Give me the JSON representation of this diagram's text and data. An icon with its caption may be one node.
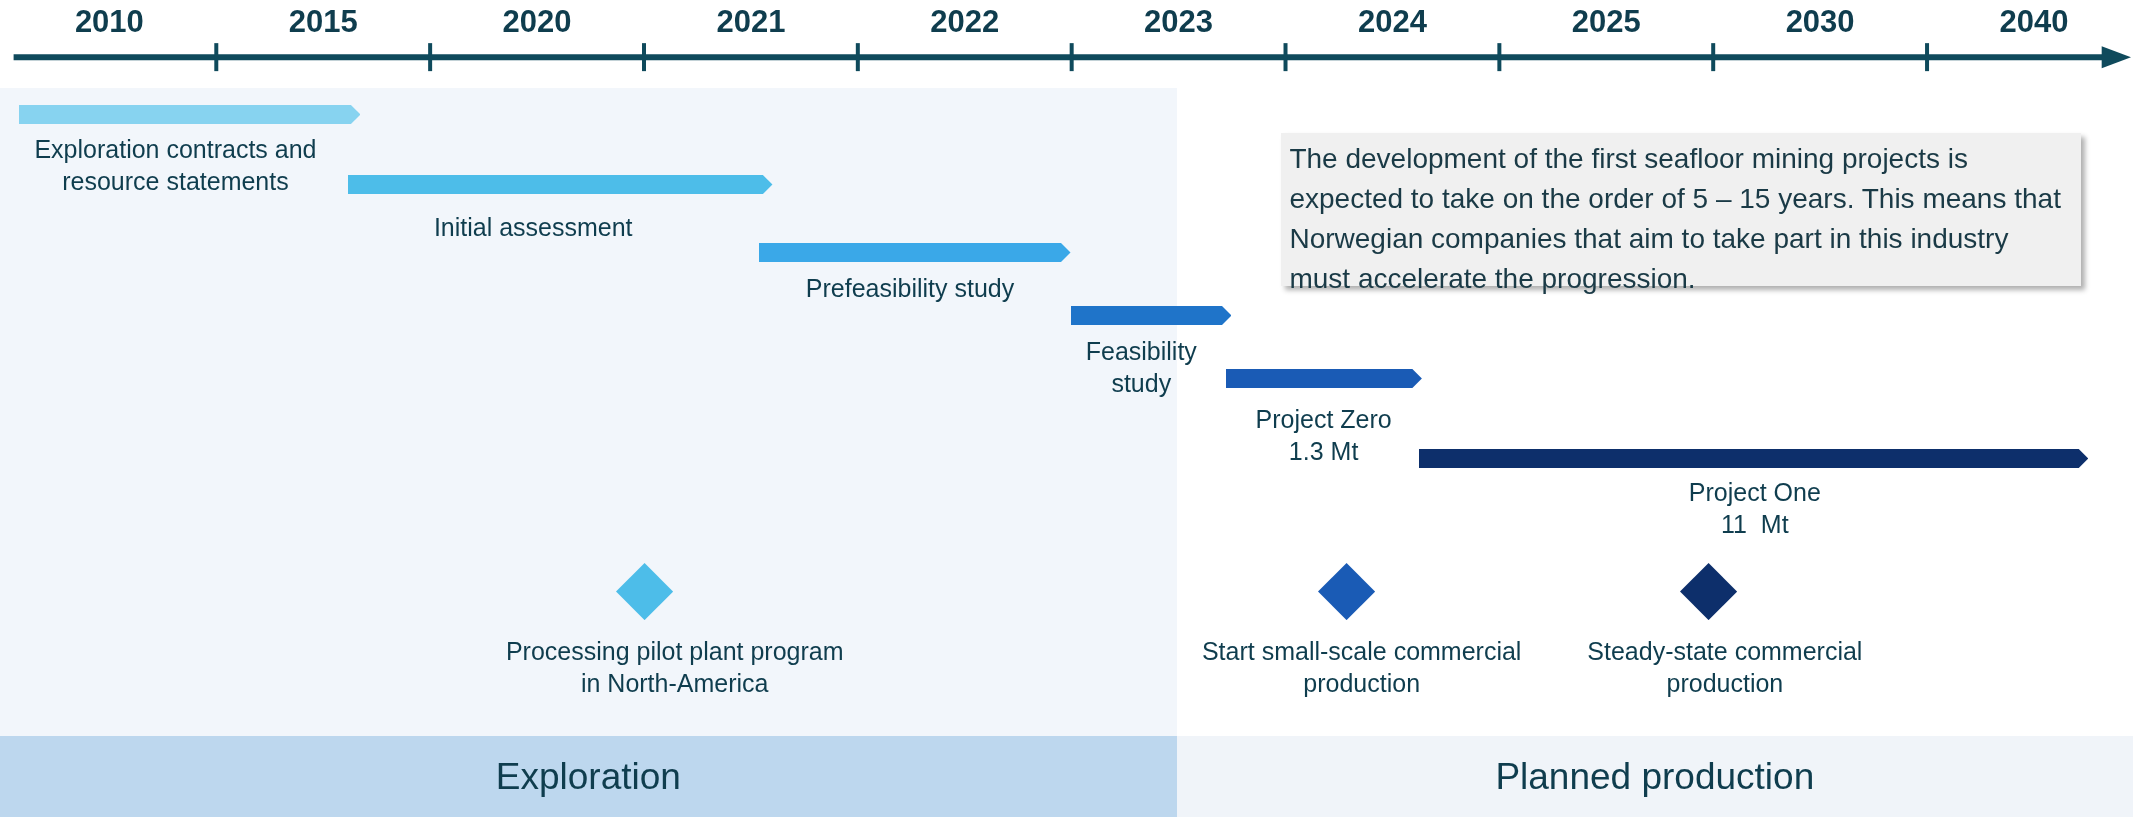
{
  "diagram": {
    "nodes": [
      {
        "text": [
          "Exploration"
        ]
      },
      {
        "text": [
          "Planned production"
        ]
      },
      {
        "text": [],
        "shape": "bar",
        "in": 0,
        "beside": [
          "Exploration contracts and resource statements"
        ]
      },
      {
        "text": [],
        "shape": "bar",
        "in": 0,
        "beside": [
          "Initial assessment"
        ]
      },
      {
        "text": [],
        "shape": "bar",
        "in": 0,
        "beside": [
          "Prefeasibility study"
        ]
      },
      {
        "text": [],
        "shape": "bar",
        "beside": [
          "Feasibility study"
        ]
      },
      {
        "text": [],
        "shape": "bar",
        "beside": [
          "Project Zero",
          "1.3 Mt"
        ]
      },
      {
        "text": [],
        "shape": "bar",
        "beside": [
          "Project One",
          "11  Mt"
        ]
      },
      {
        "text": [],
        "shape": "diamond",
        "in": 0,
        "beside": [
          "Processing pilot plant program in North-America"
        ]
      },
      {
        "text": [],
        "shape": "diamond",
        "beside": [
          "Start small-scale commercial production"
        ]
      },
      {
        "text": [],
        "shape": "diamond",
        "beside": [
          "Steady-state commercial production"
        ]
      },
      {
        "text": [
          "The development of the first seafloor mining projects is expected to take on the order of 5 – 15 years. This means that Norwegian companies that aim to take part in this industry must accelerate the progression."
        ]
      }
    ],
    "edges": [],
    "labels": [
      "2010",
      "2015",
      "2020",
      "2021",
      "2022",
      "2023",
      "2024",
      "2025",
      "2030",
      "2040"
    ]
  }
}
